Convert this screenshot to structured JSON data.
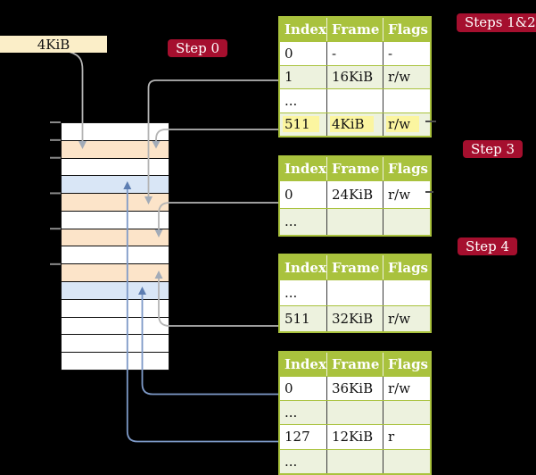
{
  "diagram": {
    "cr3_box": {
      "label": "4KiB"
    },
    "step_badges": [
      {
        "id": "step0",
        "label": "Step 0"
      },
      {
        "id": "steps12",
        "label": "Steps 1&2"
      },
      {
        "id": "step3",
        "label": "Step 3"
      },
      {
        "id": "step4",
        "label": "Step 4"
      }
    ],
    "page_tables": [
      {
        "columns": [
          "Index",
          "Frame",
          "Flags"
        ],
        "rows": [
          {
            "cells": [
              "0",
              "-",
              "-"
            ],
            "shaded": false,
            "highlighted": false
          },
          {
            "cells": [
              "1",
              "16KiB",
              "r/w"
            ],
            "shaded": true,
            "highlighted": false
          },
          {
            "cells": [
              "...",
              "",
              ""
            ],
            "shaded": false,
            "highlighted": false
          },
          {
            "cells": [
              "511",
              "4KiB",
              "r/w"
            ],
            "shaded": true,
            "highlighted": true
          }
        ]
      },
      {
        "columns": [
          "Index",
          "Frame",
          "Flags"
        ],
        "rows": [
          {
            "cells": [
              "0",
              "24KiB",
              "r/w"
            ],
            "shaded": false,
            "highlighted": false
          },
          {
            "cells": [
              "...",
              "",
              ""
            ],
            "shaded": true,
            "highlighted": false
          }
        ]
      },
      {
        "columns": [
          "Index",
          "Frame",
          "Flags"
        ],
        "rows": [
          {
            "cells": [
              "...",
              "",
              ""
            ],
            "shaded": false,
            "highlighted": false
          },
          {
            "cells": [
              "511",
              "32KiB",
              "r/w"
            ],
            "shaded": true,
            "highlighted": false
          }
        ]
      },
      {
        "columns": [
          "Index",
          "Frame",
          "Flags"
        ],
        "rows": [
          {
            "cells": [
              "0",
              "36KiB",
              "r/w"
            ],
            "shaded": false,
            "highlighted": false
          },
          {
            "cells": [
              "...",
              "",
              ""
            ],
            "shaded": true,
            "highlighted": false
          },
          {
            "cells": [
              "127",
              "12KiB",
              "r"
            ],
            "shaded": false,
            "highlighted": false
          },
          {
            "cells": [
              "...",
              "",
              ""
            ],
            "shaded": true,
            "highlighted": false
          }
        ]
      }
    ],
    "memory_column": {
      "frames": [
        "white",
        "orange",
        "white",
        "blue",
        "orange",
        "white",
        "orange",
        "white",
        "orange",
        "blue",
        "white",
        "white",
        "white",
        "white"
      ],
      "tick_rows": [
        0,
        1,
        2,
        4,
        6,
        8
      ]
    },
    "colors": {
      "bg": "#000000",
      "header_green": "#a9c23d",
      "row_green": "#edf2de",
      "frame_orange": "#fce4c9",
      "frame_blue": "#d9e6f6",
      "highlight_yellow": "#fbf5a0",
      "box_cream": "#fbeec8",
      "badge_red": "#a50f2e",
      "arrow_gray": "#b4b4b4",
      "arrow_gray_head": "#a2abb8",
      "arrow_blue": "#7e9ac8",
      "arrow_blue_head": "#5d7eb2"
    }
  }
}
